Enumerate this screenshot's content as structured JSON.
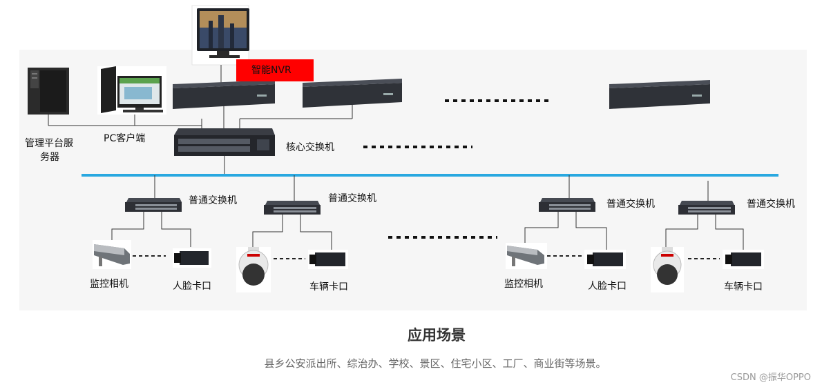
{
  "diagram": {
    "nvr_label": "智能NVR",
    "server_label_line1": "管理平台服",
    "server_label_line2": "务器",
    "pc_label": "PC客户端",
    "core_switch_label": "核心交换机",
    "switch_label": "普通交换机",
    "camera_label": "监控相机",
    "face_label": "人脸卡口",
    "vehicle_label": "车辆卡口"
  },
  "caption": {
    "title": "应用场景",
    "subtitle": "县乡公安派出所、综治办、学校、景区、住宅小区、工厂、商业街等场景。"
  },
  "credit": "CSDN @振华OPPO",
  "colors": {
    "backbone": "#29a8e0",
    "tag": "#ff0000",
    "device_dark": "#2c2f36"
  },
  "icons": [
    "monitor-icon",
    "tower-server-icon",
    "pc-client-icon",
    "nvr-device-icon",
    "core-switch-icon",
    "switch-icon",
    "bullet-camera-icon",
    "box-camera-icon",
    "dome-camera-icon"
  ]
}
